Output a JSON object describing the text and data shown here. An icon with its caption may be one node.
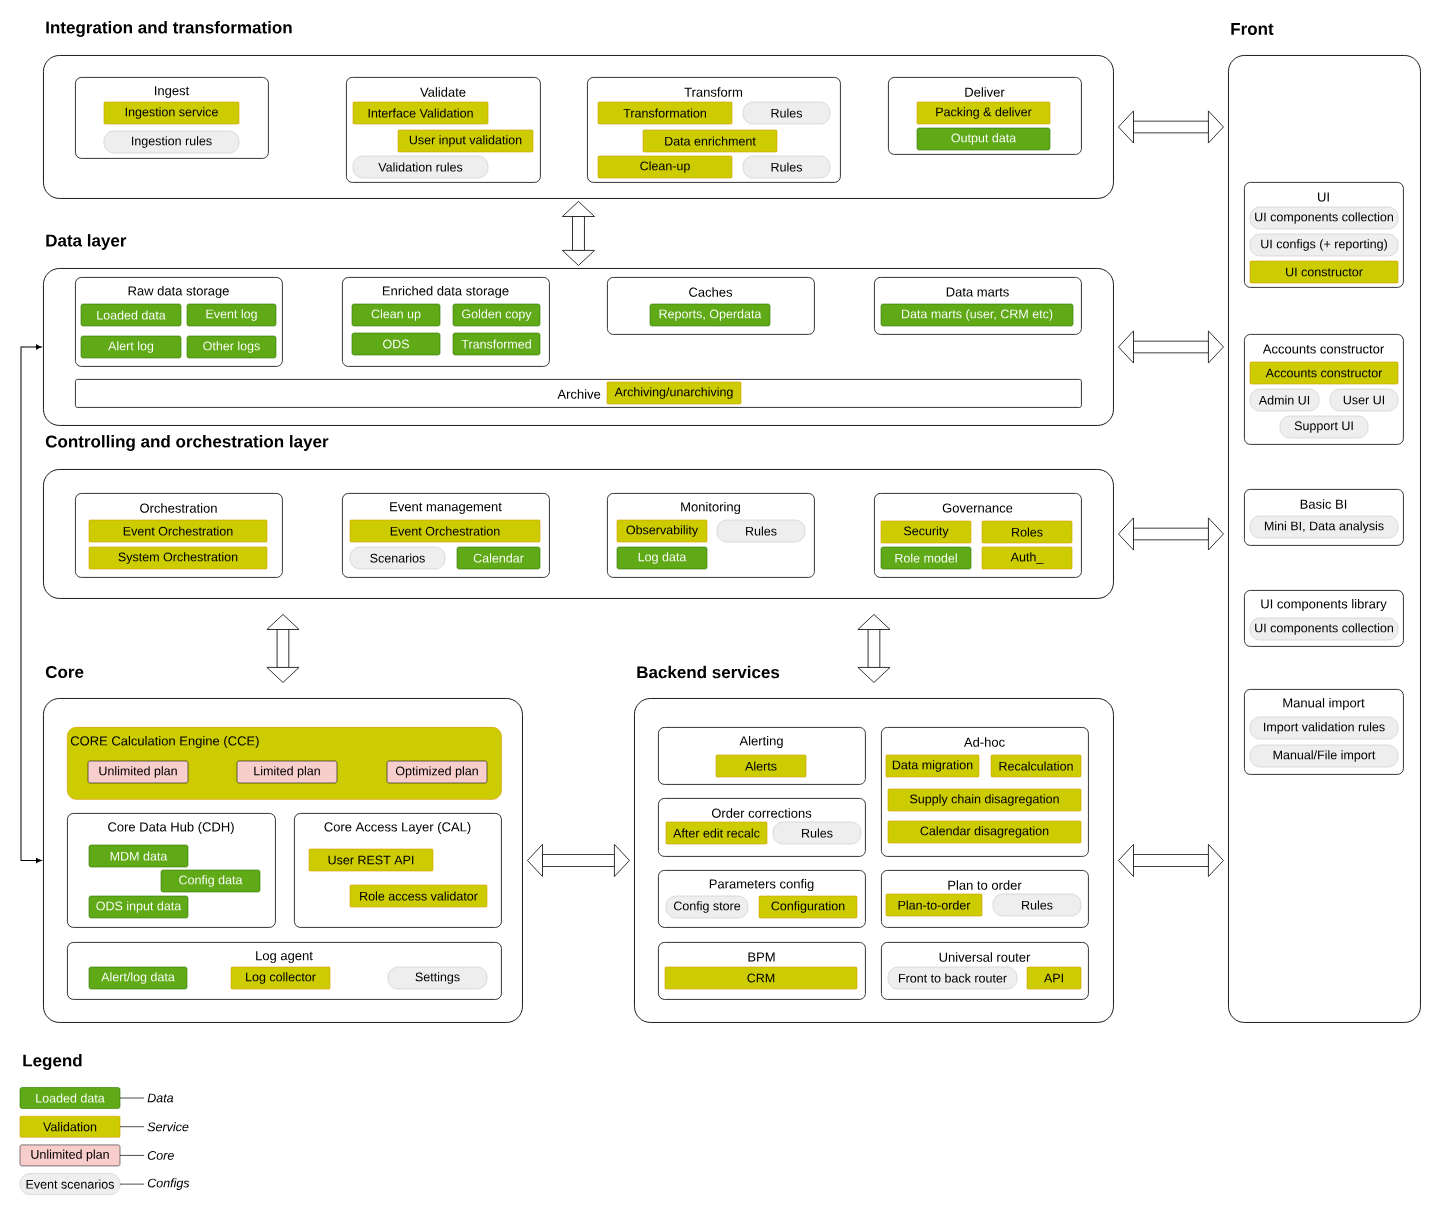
{
  "diagram": {
    "nodes": [
      {
        "text": [
          "Integration and transformation"
        ]
      },
      {
        "text": [
          "Ingest"
        ],
        "in": 0
      },
      {
        "text": [
          "Ingestion service"
        ],
        "in": 1
      },
      {
        "text": [
          "Ingestion rules"
        ],
        "in": 1
      },
      {
        "text": [
          "Validate"
        ],
        "in": 0
      },
      {
        "text": [
          "Interface Validation"
        ],
        "in": 4
      },
      {
        "text": [
          "User input validation"
        ],
        "in": 4
      },
      {
        "text": [
          "Validation rules"
        ],
        "in": 4
      },
      {
        "text": [
          "Transform"
        ],
        "in": 0
      },
      {
        "text": [
          "Transformation"
        ],
        "in": 8
      },
      {
        "text": [
          "Rules"
        ],
        "in": 8
      },
      {
        "text": [
          "Data enrichment"
        ],
        "in": 8
      },
      {
        "text": [
          "Clean-up"
        ],
        "in": 8
      },
      {
        "text": [
          "Rules"
        ],
        "in": 8
      },
      {
        "text": [
          "Deliver"
        ],
        "in": 0
      },
      {
        "text": [
          "Packing & deliver"
        ],
        "in": 14
      },
      {
        "text": [
          "Output data"
        ],
        "in": 14
      },
      {
        "text": [
          "Data layer"
        ]
      },
      {
        "text": [
          "Raw data storage"
        ],
        "in": 17
      },
      {
        "text": [
          "Loaded data"
        ],
        "in": 18
      },
      {
        "text": [
          "Event log"
        ],
        "in": 18
      },
      {
        "text": [
          "Alert log"
        ],
        "in": 18
      },
      {
        "text": [
          "Other logs"
        ],
        "in": 18
      },
      {
        "text": [
          "Enriched data storage"
        ],
        "in": 17
      },
      {
        "text": [
          "Clean up"
        ],
        "in": 23
      },
      {
        "text": [
          "Golden copy"
        ],
        "in": 23
      },
      {
        "text": [
          "ODS"
        ],
        "in": 23
      },
      {
        "text": [
          "Transformed"
        ],
        "in": 23
      },
      {
        "text": [
          "Caches"
        ],
        "in": 17
      },
      {
        "text": [
          "Reports, Operdata"
        ],
        "in": 28
      },
      {
        "text": [
          "Data marts"
        ],
        "in": 17
      },
      {
        "text": [
          "Data marts (user, CRM etc)"
        ],
        "in": 30
      },
      {
        "text": [
          "Archive"
        ],
        "in": 17
      },
      {
        "text": [
          "Archiving/unarchiving"
        ],
        "in": 32
      },
      {
        "text": [
          "Controlling and orchestration layer"
        ]
      },
      {
        "text": [
          "Orchestration"
        ],
        "in": 34
      },
      {
        "text": [
          "Event Orchestration"
        ],
        "in": 35
      },
      {
        "text": [
          "System Orchestration"
        ],
        "in": 35
      },
      {
        "text": [
          "Event management"
        ],
        "in": 34
      },
      {
        "text": [
          "Event Orchestration"
        ],
        "in": 38
      },
      {
        "text": [
          "Scenarios"
        ],
        "in": 38
      },
      {
        "text": [
          "Calendar"
        ],
        "in": 38
      },
      {
        "text": [
          "Monitoring"
        ],
        "in": 34
      },
      {
        "text": [
          "Observability"
        ],
        "in": 42
      },
      {
        "text": [
          "Rules"
        ],
        "in": 42
      },
      {
        "text": [
          "Log data"
        ],
        "in": 42
      },
      {
        "text": [
          "Governance"
        ],
        "in": 34
      },
      {
        "text": [
          "Security"
        ],
        "in": 46
      },
      {
        "text": [
          "Roles"
        ],
        "in": 46
      },
      {
        "text": [
          "Role model"
        ],
        "in": 46
      },
      {
        "text": [
          "Auth_"
        ],
        "in": 46
      },
      {
        "text": [
          "Core"
        ]
      },
      {
        "text": [
          "CORE Calculation Engine (CCE)"
        ],
        "in": 51
      },
      {
        "text": [
          "Unlimited plan"
        ],
        "in": 52
      },
      {
        "text": [
          "Limited plan"
        ],
        "in": 52
      },
      {
        "text": [
          "Optimized plan"
        ],
        "in": 52
      },
      {
        "text": [
          "Core Data Hub (CDH)"
        ],
        "in": 51
      },
      {
        "text": [
          "MDM data"
        ],
        "in": 56
      },
      {
        "text": [
          "Config data"
        ],
        "in": 56
      },
      {
        "text": [
          "ODS input data"
        ],
        "in": 56
      },
      {
        "text": [
          "Core Access Layer (CAL)"
        ],
        "in": 51
      },
      {
        "text": [
          "User REST API"
        ],
        "in": 60
      },
      {
        "text": [
          "Role access validator"
        ],
        "in": 60
      },
      {
        "text": [
          "Log agent"
        ],
        "in": 51
      },
      {
        "text": [
          "Alert/log data"
        ],
        "in": 63
      },
      {
        "text": [
          "Log collector"
        ],
        "in": 63
      },
      {
        "text": [
          "Settings"
        ],
        "in": 63
      },
      {
        "text": [
          "Backend services"
        ]
      },
      {
        "text": [
          "Alerting"
        ],
        "in": 67
      },
      {
        "text": [
          "Alerts"
        ],
        "in": 68
      },
      {
        "text": [
          "Order corrections"
        ],
        "in": 67
      },
      {
        "text": [
          "After edit recalc"
        ],
        "in": 70
      },
      {
        "text": [
          "Rules"
        ],
        "in": 70
      },
      {
        "text": [
          "Ad-hoc"
        ],
        "in": 67
      },
      {
        "text": [
          "Data migration"
        ],
        "in": 73
      },
      {
        "text": [
          "Recalculation"
        ],
        "in": 73
      },
      {
        "text": [
          "Supply chain disagregation"
        ],
        "in": 73
      },
      {
        "text": [
          "Calendar disagregation"
        ],
        "in": 73
      },
      {
        "text": [
          "Parameters config"
        ],
        "in": 67
      },
      {
        "text": [
          "Config store"
        ],
        "in": 78
      },
      {
        "text": [
          "Configuration"
        ],
        "in": 78
      },
      {
        "text": [
          "Plan to order"
        ],
        "in": 67
      },
      {
        "text": [
          "Plan-to-order"
        ],
        "in": 81
      },
      {
        "text": [
          "Rules"
        ],
        "in": 81
      },
      {
        "text": [
          "BPM"
        ],
        "in": 67
      },
      {
        "text": [
          "CRM"
        ],
        "in": 84
      },
      {
        "text": [
          "Universal router"
        ],
        "in": 67
      },
      {
        "text": [
          "Front to back router"
        ],
        "in": 86
      },
      {
        "text": [
          "API"
        ],
        "in": 86
      },
      {
        "text": [
          "Front"
        ]
      },
      {
        "text": [
          "UI"
        ],
        "in": 89
      },
      {
        "text": [
          "UI components collection"
        ],
        "in": 90
      },
      {
        "text": [
          "UI configs (+ reporting)"
        ],
        "in": 90
      },
      {
        "text": [
          "UI constructor"
        ],
        "in": 90
      },
      {
        "text": [
          "Accounts constructor"
        ],
        "in": 89
      },
      {
        "text": [
          "Accounts constructor"
        ],
        "in": 94
      },
      {
        "text": [
          "Admin UI"
        ],
        "in": 94
      },
      {
        "text": [
          "User UI"
        ],
        "in": 94
      },
      {
        "text": [
          "Support UI"
        ],
        "in": 94
      },
      {
        "text": [
          "Basic BI"
        ],
        "in": 89
      },
      {
        "text": [
          "Mini BI, Data analysis"
        ],
        "in": 99
      },
      {
        "text": [
          "UI components library"
        ],
        "in": 89
      },
      {
        "text": [
          "UI components collection"
        ],
        "in": 101
      },
      {
        "text": [
          "Manual import"
        ],
        "in": 89
      },
      {
        "text": [
          "Import validation rules"
        ],
        "in": 103
      },
      {
        "text": [
          "Manual/File import"
        ],
        "in": 103
      }
    ],
    "edges": [
      {
        "from": 0,
        "to": 89,
        "arrow": "both"
      },
      {
        "from": 0,
        "to": 17,
        "arrow": "both"
      },
      {
        "from": 17,
        "to": 89,
        "arrow": "both"
      },
      {
        "from": 34,
        "to": 89,
        "arrow": "both"
      },
      {
        "from": 34,
        "to": 51,
        "arrow": "both"
      },
      {
        "from": 34,
        "to": 67,
        "arrow": "both"
      },
      {
        "from": 51,
        "to": 67,
        "arrow": "both"
      },
      {
        "from": 67,
        "to": 89,
        "arrow": "both"
      },
      {
        "from": 17,
        "to": 51,
        "arrow": "both"
      }
    ],
    "labels": [
      "Legend",
      "Loaded data",
      "Validation",
      "Unlimited plan",
      "Event scenarios"
    ],
    "legend": [
      {
        "text": "Data",
        "color": "#60a917"
      },
      {
        "text": "Service",
        "color": "#cccc00"
      },
      {
        "text": "Core",
        "color": "#f8cecc"
      },
      {
        "text": "Configs",
        "color": "#eeeeee"
      }
    ]
  }
}
